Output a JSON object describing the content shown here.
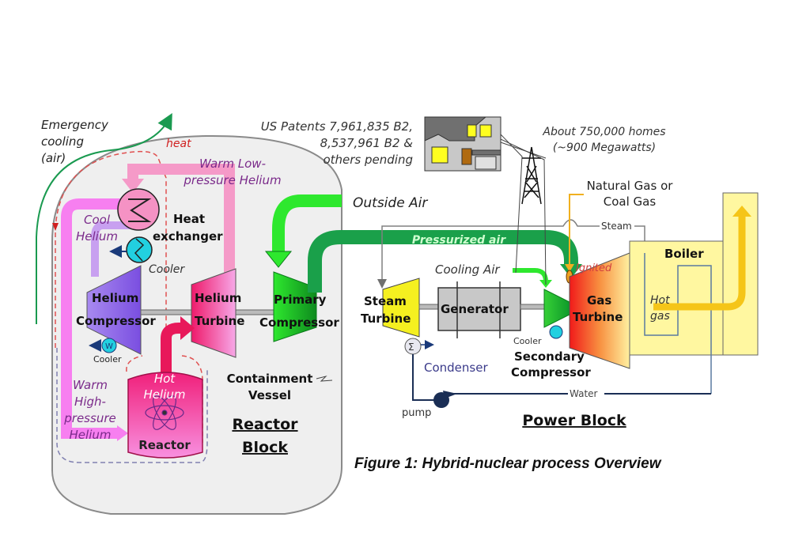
{
  "figure": {
    "caption": "Figure 1: Hybrid-nuclear process Overview",
    "patents": [
      "US Patents 7,961,835 B2,",
      "8,537,961 B2  &",
      "others pending"
    ],
    "homes": [
      "About 750,000 homes",
      "(~900 Megawatts)"
    ]
  },
  "reactor_block": {
    "title_line1": "Reactor",
    "title_line2": "Block",
    "emergency": [
      "Emergency",
      "cooling",
      "(air)"
    ],
    "heat": "heat",
    "warm_low": [
      "Warm Low-",
      "pressure Helium"
    ],
    "cool_helium": [
      "Cool",
      "Helium"
    ],
    "heat_exchanger": [
      "Heat",
      "exchanger"
    ],
    "cooler_top": "Cooler",
    "cooler_small": "Cooler",
    "helium_compressor": [
      "Helium",
      "Compressor"
    ],
    "helium_turbine": [
      "Helium",
      "Turbine"
    ],
    "primary_compressor": [
      "Primary",
      "Compressor"
    ],
    "warm_high": [
      "Warm",
      "High-",
      "pressure",
      "Helium"
    ],
    "hot_helium": [
      "Hot",
      "Helium"
    ],
    "reactor": "Reactor",
    "containment": [
      "Containment",
      "Vessel"
    ],
    "outside_air": "Outside Air"
  },
  "power_block": {
    "title": "Power Block",
    "pressurized_air": "Pressurized air",
    "fuel": [
      "Natural Gas or",
      "Coal Gas"
    ],
    "steam": "Steam",
    "cooling_air": "Cooling Air",
    "ignited": "Ignited",
    "steam_turbine": [
      "Steam",
      "Turbine"
    ],
    "generator": "Generator",
    "gas_turbine": [
      "Gas",
      "Turbine"
    ],
    "boiler": "Boiler",
    "hot_gas": [
      "Hot",
      "gas"
    ],
    "cooler": "Cooler",
    "secondary_compressor": [
      "Secondary",
      "Compressor"
    ],
    "condenser": "Condenser",
    "pump": "pump",
    "water": "Water"
  },
  "colors": {
    "containment_fill": "#efefef",
    "pink_flow": "#f59ac8",
    "magenta_flow": "#f77ff0",
    "green_air": "#2ee82e",
    "dark_green": "#1aa04a",
    "purple_text": "#7a2a8a",
    "red_dashed": "#e05050",
    "boiler_yellow": "#fff7a0",
    "hot_gas_orange": "#f5c518",
    "water_navy": "#1a2e55"
  }
}
